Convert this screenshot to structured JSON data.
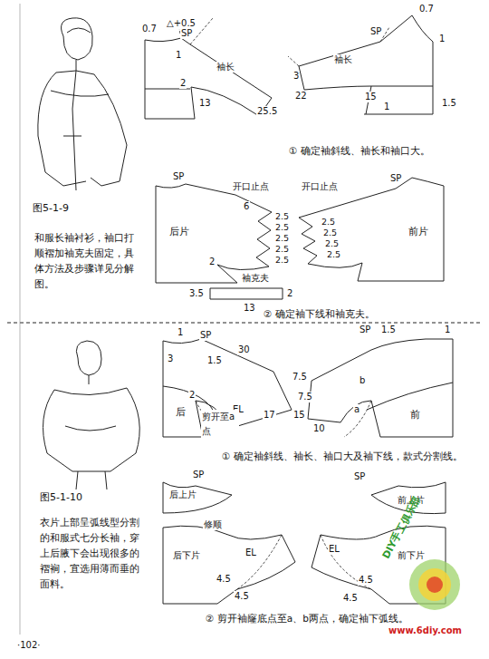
{
  "diagram": {
    "labels": [
      "0.7",
      "△+0.5",
      "SP",
      "1",
      "袖长",
      "2",
      "13",
      "25.5",
      "SP",
      "0.7",
      "1",
      "3",
      "袖长",
      "22",
      "15",
      "1",
      "1.5",
      "① 确定袖斜线、袖长和袖口大。",
      "图5-1-9",
      "和服长袖衬衫，袖口打顺褶加袖克夫固定，具体方法及步骤详见分解图。",
      "SP",
      "后片",
      "开口止点",
      "6",
      "2.5",
      "2.5",
      "2.5",
      "2.5",
      "2.5",
      "2",
      "袖克夫",
      "3.5",
      "2",
      "13",
      "开口止点",
      "2.5",
      "2.5",
      "2.5",
      "2.5",
      "SP",
      "前片",
      "② 确定袖下线和袖克夫。",
      "1",
      "SP",
      "3",
      "1.5",
      "30",
      "7.5",
      "EL",
      "17",
      "15",
      "后",
      "剪开至a点",
      "2",
      "SP",
      "1.5",
      "1",
      "b",
      "7.5",
      "a",
      "前",
      "10",
      "① 确定袖斜线、袖长、袖口大及袖下线，款式分割线。",
      "图5-1-10",
      "衣片上部呈弧线型分割的和服式七分长袖，穿上后腋下会出现很多的褶裥，宜选用薄而垂的面料。",
      "后上片",
      "SP",
      "修顺",
      "后下片",
      "EL",
      "4.5",
      "4.5",
      "SP",
      "前上片",
      "EL",
      "前下片",
      "4.5",
      "4.5",
      "② 剪开袖窿底点至a、b两点，确定袖下弧线。",
      "·102·",
      "DIY手工俱乐部",
      "www.6diy.com"
    ]
  }
}
